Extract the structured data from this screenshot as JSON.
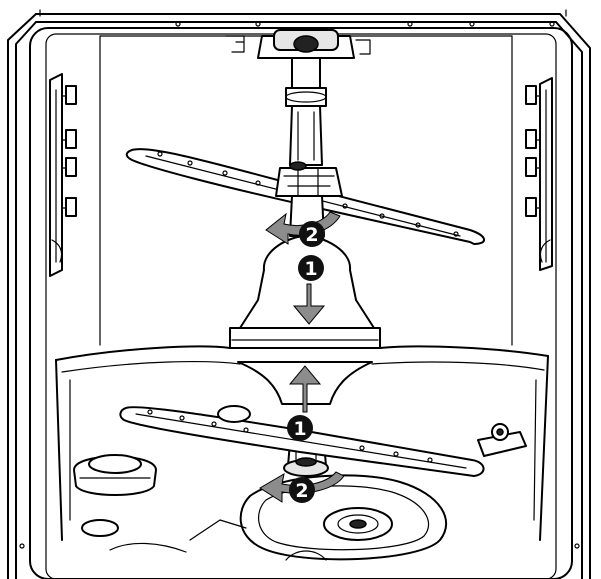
{
  "colors": {
    "line": "#000000",
    "arrow": "#8c8c8c",
    "marker_fill": "#111111",
    "marker_text": "#ffffff"
  },
  "markers": {
    "upper_remove": "1",
    "upper_rotate": "2",
    "lower_remove": "1",
    "lower_rotate": "2"
  }
}
